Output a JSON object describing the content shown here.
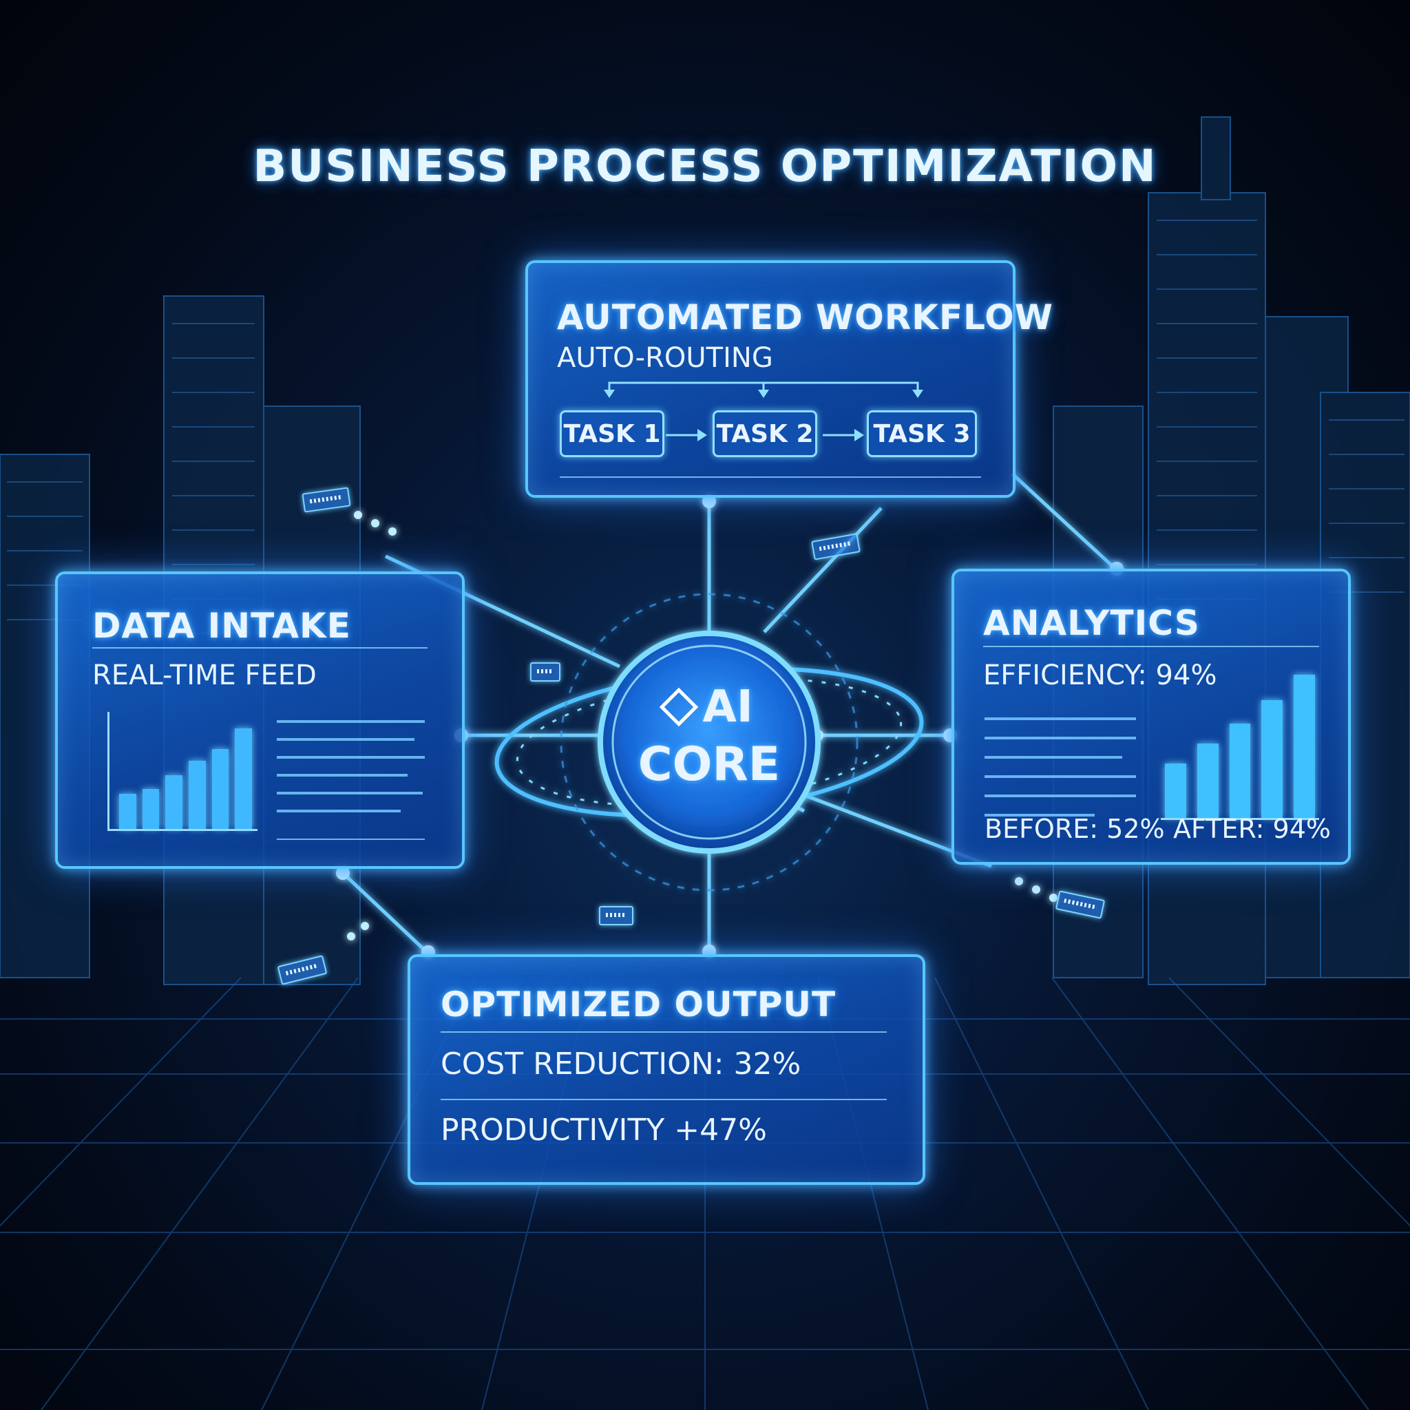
{
  "title": "BUSINESS PROCESS OPTIMIZATION",
  "core": {
    "line1": "AI",
    "line2": "CORE",
    "icon": "diamond-icon"
  },
  "workflow": {
    "title": "AUTOMATED WORKFLOW",
    "subtitle": "AUTO-ROUTING",
    "tasks": [
      "TASK 1",
      "TASK 2",
      "TASK 3"
    ]
  },
  "intake": {
    "title": "DATA INTAKE",
    "subtitle": "REAL-TIME FEED",
    "bar_levels": [
      0.3,
      0.34,
      0.46,
      0.58,
      0.68,
      0.86
    ]
  },
  "analytics": {
    "title": "ANALYTICS",
    "efficiency": "EFFICIENCY: 94%",
    "before": "BEFORE: 52%",
    "after": "AFTER: 94%",
    "bar_levels": [
      0.38,
      0.52,
      0.66,
      0.82,
      1.0
    ]
  },
  "output": {
    "title": "OPTIMIZED OUTPUT",
    "cost": "COST REDUCTION: 32%",
    "productivity": "PRODUCTIVITY +47%"
  },
  "colors": {
    "accent": "#58c6ff",
    "panel": "#1a6ee0",
    "background": "#030a18"
  }
}
